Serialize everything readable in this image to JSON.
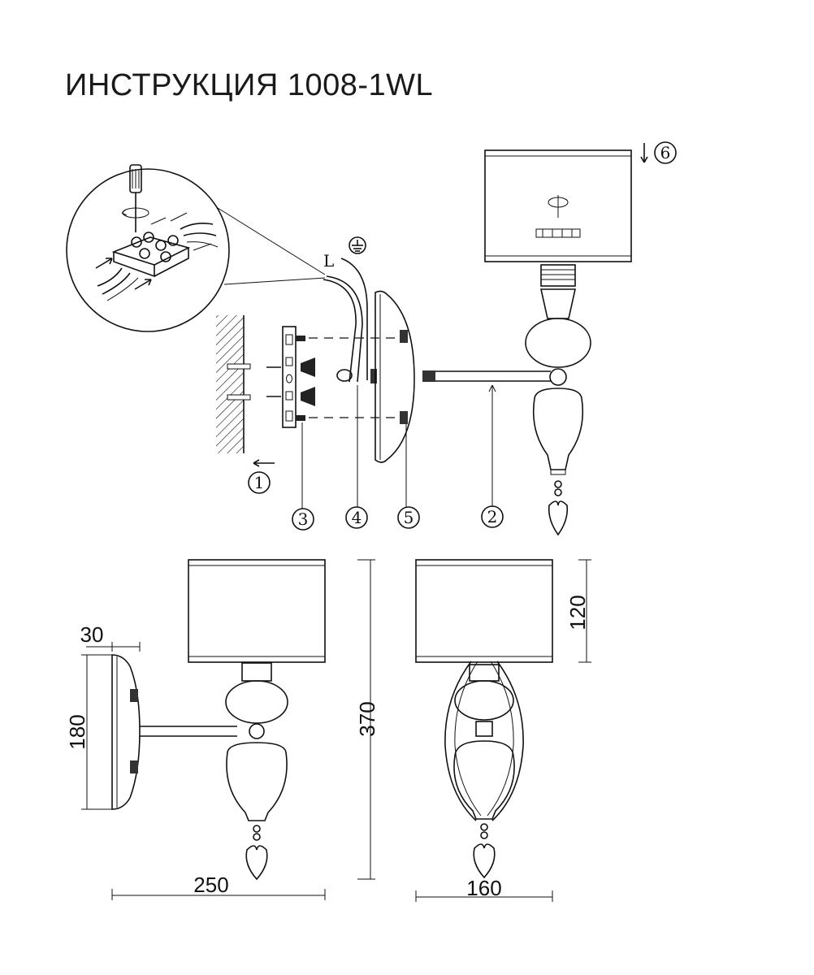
{
  "title": "ИНСТРУКЦИЯ 1008-1WL",
  "steps": [
    "1",
    "2",
    "3",
    "4",
    "5",
    "6"
  ],
  "dimensions": {
    "depth": "30",
    "plate_height": "180",
    "shade_height": "120",
    "total_height": "370",
    "length": "250",
    "width": "160"
  },
  "wire_label": "L"
}
